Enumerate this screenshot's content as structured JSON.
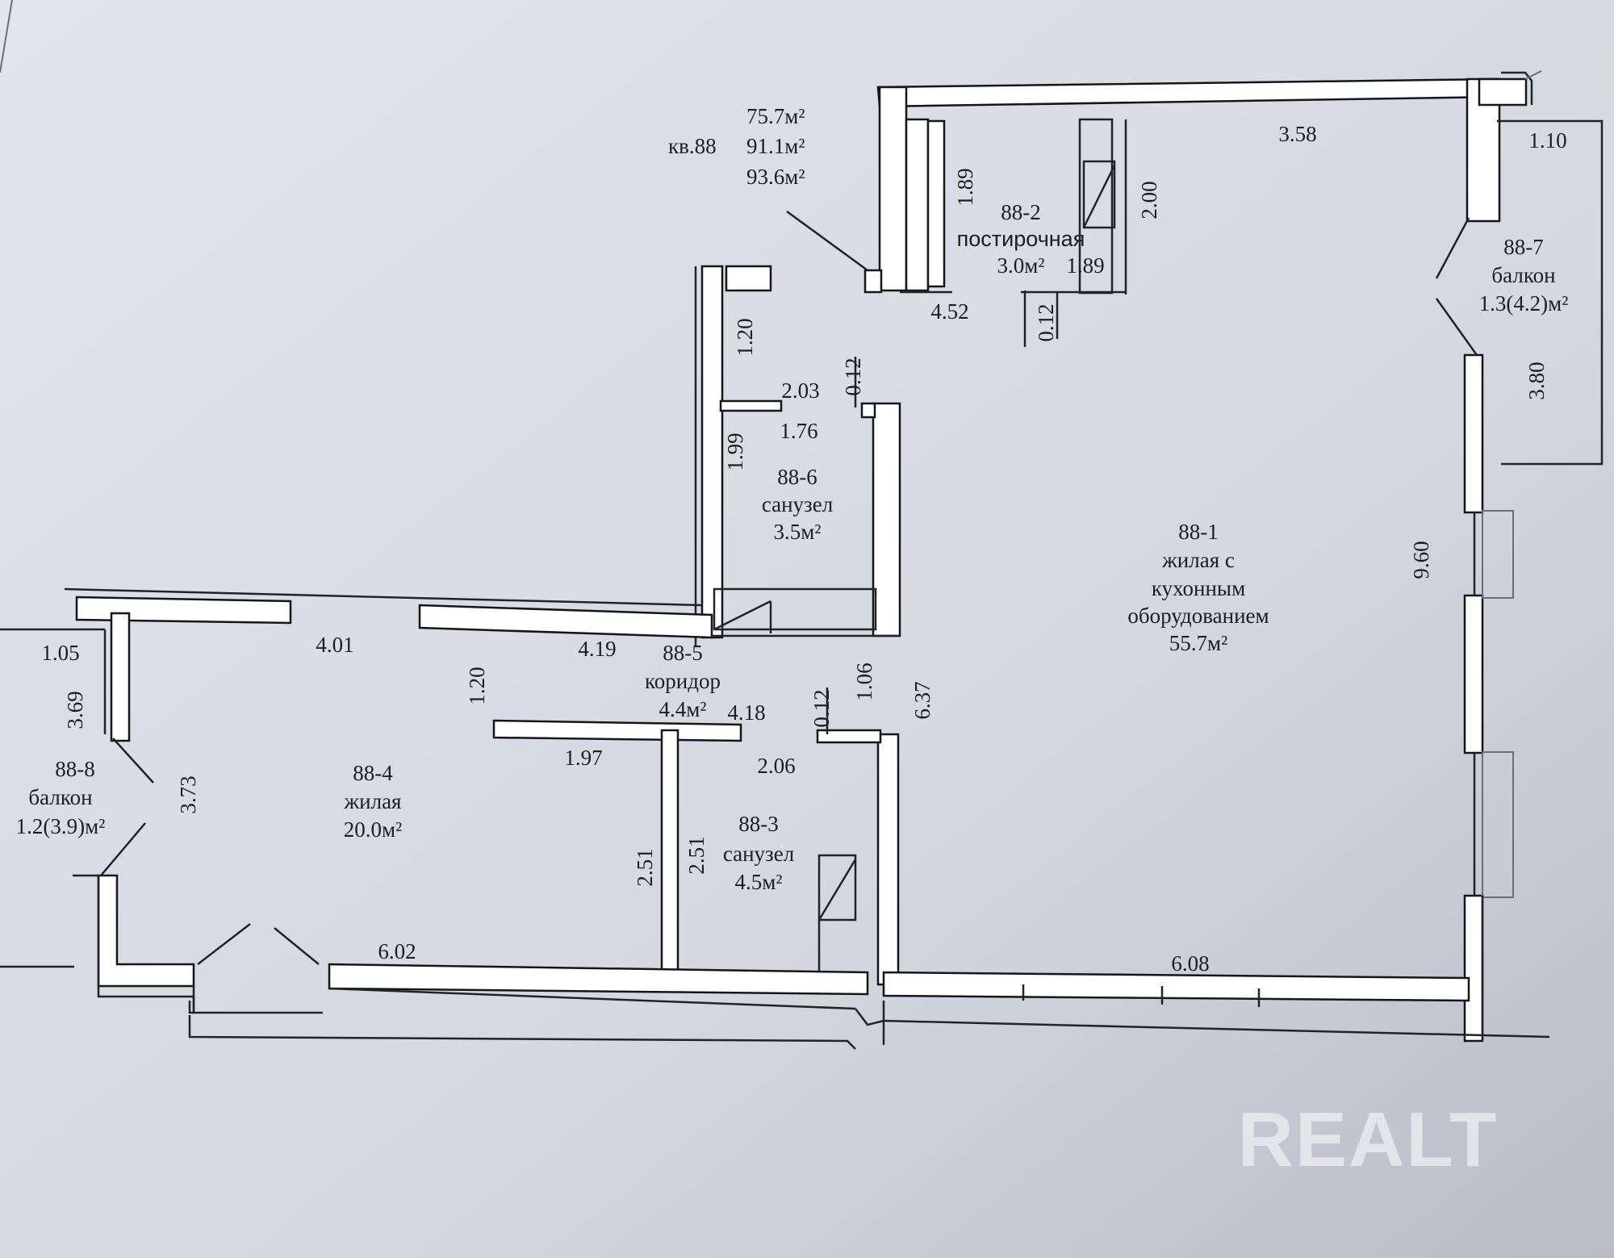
{
  "summary": {
    "flat_label": "кв.88",
    "area_1": "75.7м²",
    "area_2": "91.1м²",
    "area_3": "93.6м²"
  },
  "rooms": [
    {
      "id": "r1",
      "code": "88-1",
      "lines": [
        "жилая с",
        "кухонным",
        "оборудованием"
      ],
      "area": "55.7м²"
    },
    {
      "id": "r2",
      "code": "88-2",
      "lines": [
        "постирочная"
      ],
      "area": "3.0м²"
    },
    {
      "id": "r3",
      "code": "88-3",
      "lines": [
        "санузел"
      ],
      "area": "4.5м²"
    },
    {
      "id": "r4",
      "code": "88-4",
      "lines": [
        "жилая"
      ],
      "area": "20.0м²"
    },
    {
      "id": "r5",
      "code": "88-5",
      "lines": [
        "коридор"
      ],
      "area": "4.4м²"
    },
    {
      "id": "r6",
      "code": "88-6",
      "lines": [
        "санузел"
      ],
      "area": "3.5м²"
    },
    {
      "id": "r7",
      "code": "88-7",
      "lines": [
        "балкон"
      ],
      "area": "1.3(4.2)м²"
    },
    {
      "id": "r8",
      "code": "88-8",
      "lines": [
        "балкон"
      ],
      "area": "1.2(3.9)м²"
    }
  ],
  "dimensions": {
    "d_358": "3.58",
    "d_110": "1.10",
    "d_189a": "1.89",
    "d_200": "2.00",
    "d_189b": "1.89",
    "d_452": "4.52",
    "d_012a": "0.12",
    "d_120a": "1.20",
    "d_203": "2.03",
    "d_012b": "0.12",
    "d_176": "1.76",
    "d_199": "1.99",
    "d_380": "3.80",
    "d_960": "9.60",
    "d_105": "1.05",
    "d_369": "3.69",
    "d_401": "4.01",
    "d_419": "4.19",
    "d_120b": "1.20",
    "d_106": "1.06",
    "d_637": "6.37",
    "d_418": "4.18",
    "d_012c": "0.12",
    "d_197": "1.97",
    "d_206": "2.06",
    "d_373": "3.73",
    "d_251a": "2.51",
    "d_251b": "2.51",
    "d_602": "6.02",
    "d_608": "6.08"
  },
  "watermark": "REALT"
}
